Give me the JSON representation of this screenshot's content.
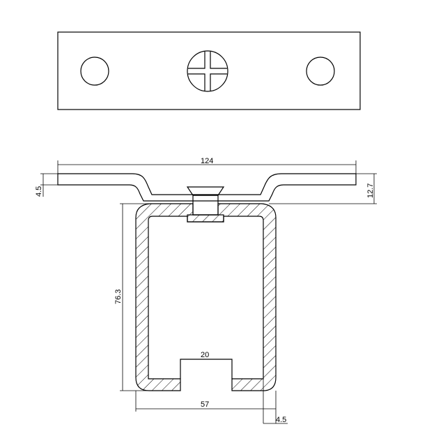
{
  "dimensions": {
    "overall_width": "124",
    "flange_thickness": "4.5",
    "top_height": "12.7",
    "channel_height": "76.3",
    "slot_width": "20",
    "channel_width": "57",
    "wall_thickness": "4.5"
  },
  "colors": {
    "line": "#000000",
    "background": "#ffffff"
  },
  "icons": {
    "screw_head": "cross-slot-screw-icon"
  }
}
